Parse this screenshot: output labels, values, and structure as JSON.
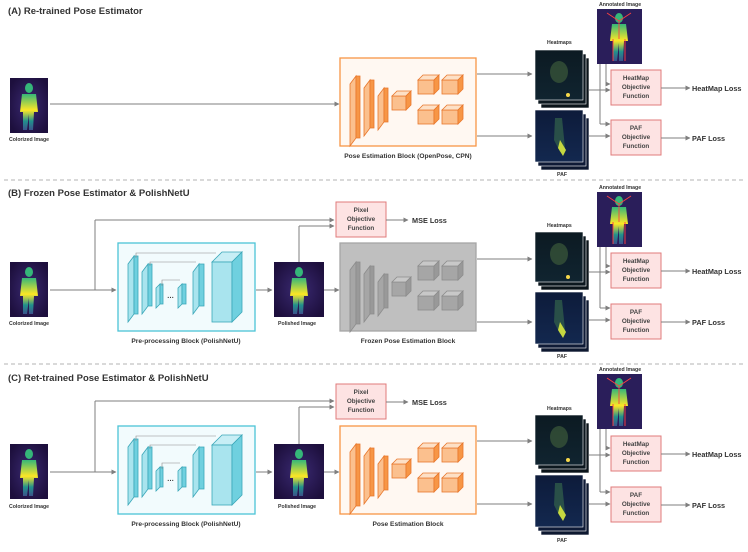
{
  "sections": [
    {
      "title": "(A) Re-trained Pose Estimator",
      "input_label": "Colorized Image",
      "pose_block_label": "Pose Estimation Block (OpenPose, CPN)",
      "heatmaps_label": "Heatmaps",
      "paf_label": "PAF",
      "annotated_label": "Annotated Image",
      "heatmap_obj": [
        "HeatMap",
        "Objective",
        "Function"
      ],
      "paf_obj": [
        "PAF",
        "Objective",
        "Function"
      ],
      "heatmap_loss": "HeatMap Loss",
      "paf_loss": "PAF Loss"
    },
    {
      "title": "(B) Frozen Pose Estimator & PolishNetU",
      "input_label": "Colorized Image",
      "pre_block_label": "Pre-processing Block (PolishNetU)",
      "polished_label": "Polished Image",
      "pixel_obj": [
        "Pixel",
        "Objective",
        "Function"
      ],
      "mse_loss": "MSE Loss",
      "pose_block_label": "Frozen Pose Estimation Block",
      "heatmaps_label": "Heatmaps",
      "paf_label": "PAF",
      "annotated_label": "Annotated Image",
      "heatmap_obj": [
        "HeatMap",
        "Objective",
        "Function"
      ],
      "paf_obj": [
        "PAF",
        "Objective",
        "Function"
      ],
      "heatmap_loss": "HeatMap Loss",
      "paf_loss": "PAF Loss"
    },
    {
      "title": "(C) Ret-trained Pose Estimator & PolishNetU",
      "input_label": "Colorized Image",
      "pre_block_label": "Pre-processing Block (PolishNetU)",
      "polished_label": "Polished Image",
      "pixel_obj": [
        "Pixel",
        "Objective",
        "Function"
      ],
      "mse_loss": "MSE Loss",
      "pose_block_label": "Pose Estimation Block",
      "heatmaps_label": "Heatmaps",
      "paf_label": "PAF",
      "annotated_label": "Annotated Image",
      "heatmap_obj": [
        "HeatMap",
        "Objective",
        "Function"
      ],
      "paf_obj": [
        "PAF",
        "Objective",
        "Function"
      ],
      "heatmap_loss": "HeatMap Loss",
      "paf_loss": "PAF Loss"
    }
  ],
  "colors": {
    "orange": "#f79646",
    "orange_fill": "#fde9d9",
    "cyan": "#4bc4d6",
    "cyan_fill": "#e6f7fa",
    "gray": "#a6a6a6",
    "pink_fill": "#fde3e3",
    "pink_stroke": "#e07b7b",
    "arrow": "#7f7f7f"
  }
}
